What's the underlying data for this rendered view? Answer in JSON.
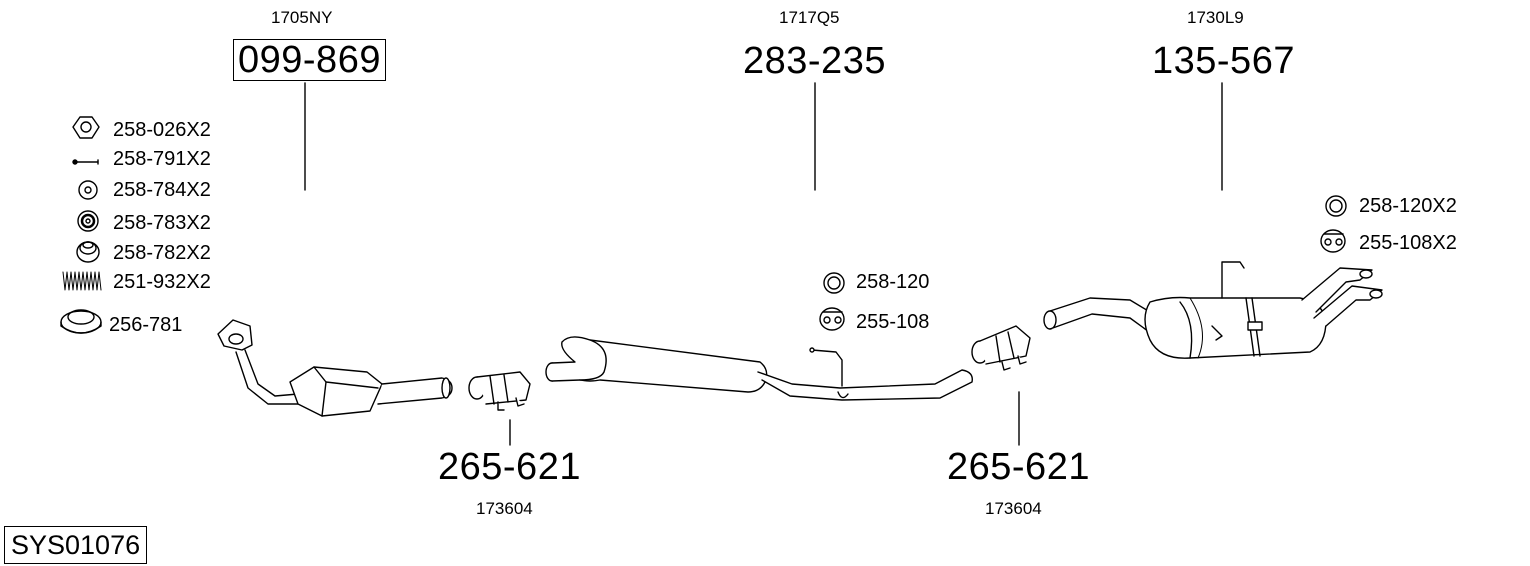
{
  "system_id": "SYS01076",
  "callouts": {
    "catalyst": {
      "ref": "1705NY",
      "part": "099-869"
    },
    "middle_silencer": {
      "ref": "1717Q5",
      "part": "283-235"
    },
    "rear_silencer": {
      "ref": "1730L9",
      "part": "135-567"
    },
    "clamp_front": {
      "part": "265-621",
      "ref": "173604"
    },
    "clamp_rear": {
      "part": "265-621",
      "ref": "173604"
    }
  },
  "hardware_list": [
    {
      "label": "258-026X2",
      "icon": "nut-icon"
    },
    {
      "label": "258-791X2",
      "icon": "bolt-icon"
    },
    {
      "label": "258-784X2",
      "icon": "washer-icon"
    },
    {
      "label": "258-783X2",
      "icon": "spring-washer-icon"
    },
    {
      "label": "258-782X2",
      "icon": "spring-stack-icon"
    },
    {
      "label": "251-932X2",
      "icon": "coil-spring-icon"
    },
    {
      "label": "256-781",
      "icon": "gasket-ring-icon"
    }
  ],
  "middle_hangers": [
    {
      "label": "258-120",
      "icon": "ring-icon"
    },
    {
      "label": "255-108",
      "icon": "rubber-mount-icon"
    }
  ],
  "rear_hangers": [
    {
      "label": "258-120X2",
      "icon": "ring-icon"
    },
    {
      "label": "255-108X2",
      "icon": "rubber-mount-icon"
    }
  ]
}
